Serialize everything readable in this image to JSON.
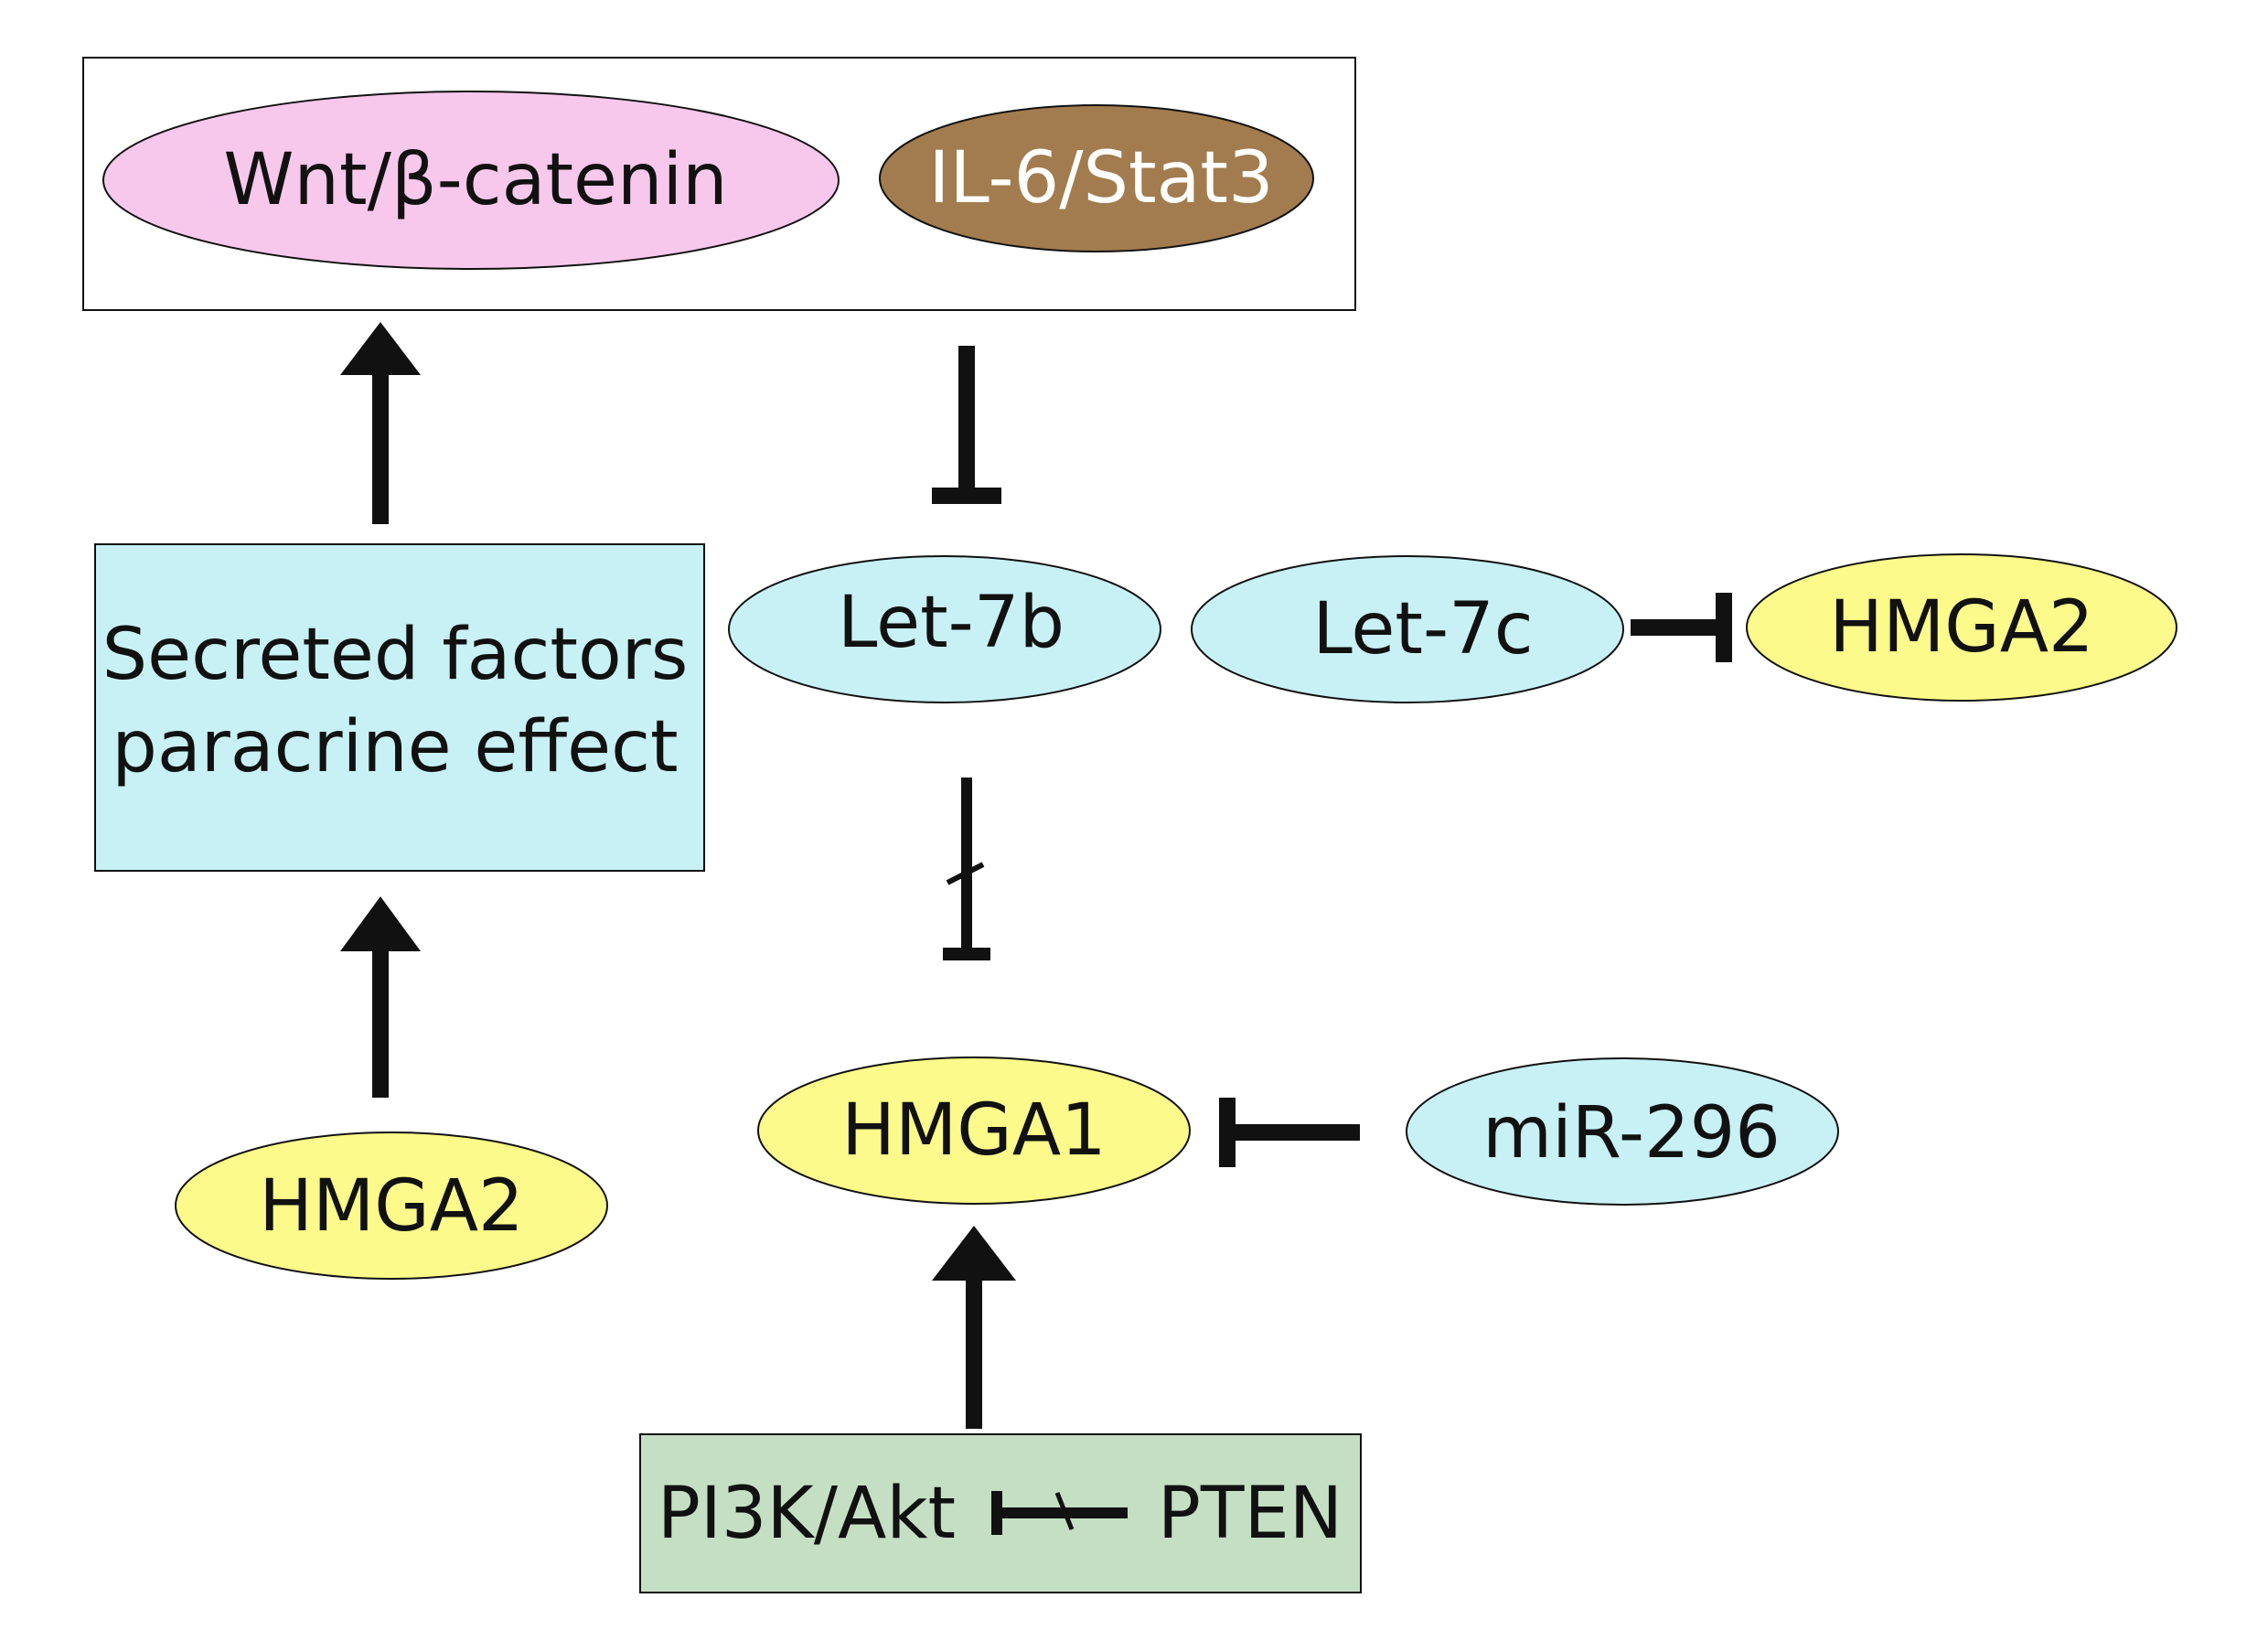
{
  "nodes": {
    "wnt": {
      "label": "Wnt/β-catenin"
    },
    "il6": {
      "label": "IL-6/Stat3"
    },
    "secreted": {
      "line1": "Secreted factors",
      "line2": "paracrine effect"
    },
    "let7b": {
      "label": "Let-7b"
    },
    "let7c": {
      "label": "Let-7c"
    },
    "hmga2_right": {
      "label": "HMGA2"
    },
    "hmga2_left": {
      "label": "HMGA2"
    },
    "hmga1": {
      "label": "HMGA1"
    },
    "mir296": {
      "label": "miR-296"
    },
    "pi3k": {
      "label": "PI3K/Akt"
    },
    "pten": {
      "label": "PTEN"
    }
  },
  "colors": {
    "pink": "#f7c8ec",
    "brown": "#a27c4e",
    "cyan": "#c8f1f5",
    "yellow": "#fbfa8a",
    "green": "#c5dfc4",
    "stroke": "#111111"
  }
}
